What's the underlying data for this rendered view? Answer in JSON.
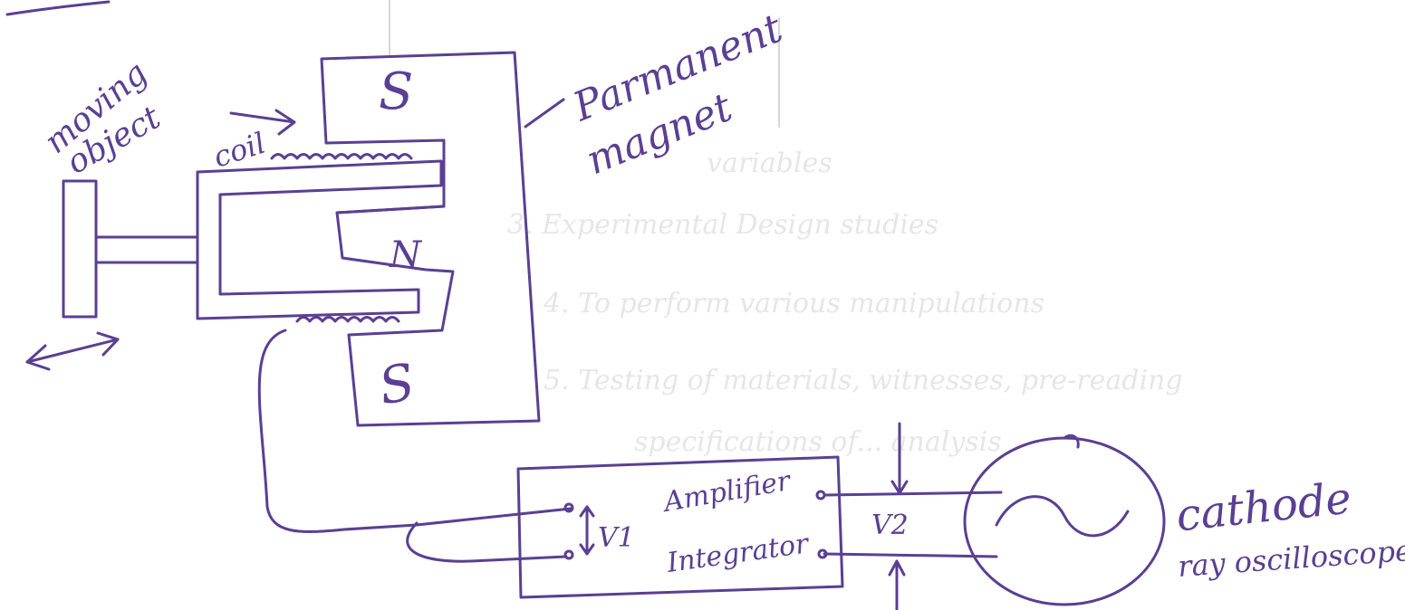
{
  "labels": {
    "moving_object_line1": "moving",
    "moving_object_line2": "object",
    "coil": "coil",
    "permanent_magnet_line1": "Parmanent",
    "permanent_magnet_line2": "magnet",
    "pole_top": "S",
    "pole_middle": "N",
    "pole_bottom": "S",
    "amplifier": "Amplifier",
    "integrator": "Integrator",
    "v1": "V1",
    "v2": "V2",
    "cro_line1": "cathode",
    "cro_line2": "ray oscilloscope"
  },
  "bleed_through_text": [
    "variables",
    "3. Experimental Design studies",
    "4. To perform various manipulations",
    "5. Testing of materials, witnesses, pre-reading",
    "specifications of... analysis"
  ],
  "colors": {
    "ink": "#5b3f93",
    "paper": "#ffffff"
  }
}
